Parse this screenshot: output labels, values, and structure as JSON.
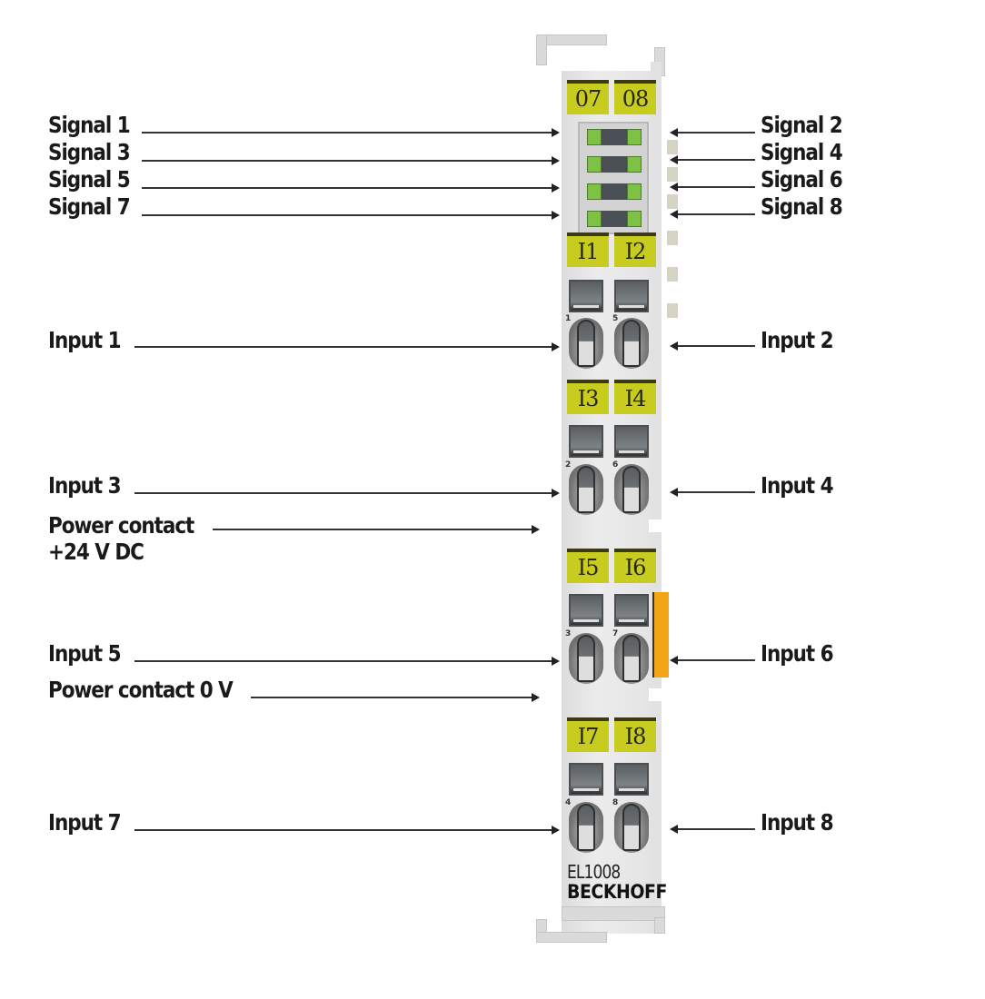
{
  "device": {
    "model": "EL1008",
    "brand": "BECKHOFF",
    "top_labels": [
      "07",
      "08"
    ],
    "channel_labels": [
      [
        "I1",
        "I2"
      ],
      [
        "I3",
        "I4"
      ],
      [
        "I5",
        "I6"
      ],
      [
        "I7",
        "I8"
      ]
    ],
    "pin_numbers": [
      [
        "1",
        "5"
      ],
      [
        "2",
        "6"
      ],
      [
        "3",
        "7"
      ],
      [
        "4",
        "8"
      ]
    ],
    "led_count": 4,
    "colors": {
      "label_yellow": "#c8cc1e",
      "led_green": "#7dc244",
      "accent_orange": "#f2a516"
    }
  },
  "callouts": {
    "left": {
      "signal_1": "Signal 1",
      "signal_3": "Signal 3",
      "signal_5": "Signal 5",
      "signal_7": "Signal 7",
      "input_1": "Input 1",
      "input_3": "Input 3",
      "power_24_line1": "Power contact",
      "power_24_line2": "+24 V DC",
      "input_5": "Input 5",
      "power_0": "Power contact 0 V",
      "input_7": "Input 7"
    },
    "right": {
      "signal_2": "Signal 2",
      "signal_4": "Signal 4",
      "signal_6": "Signal 6",
      "signal_8": "Signal 8",
      "input_2": "Input 2",
      "input_4": "Input 4",
      "input_6": "Input 6",
      "input_8": "Input 8"
    }
  }
}
